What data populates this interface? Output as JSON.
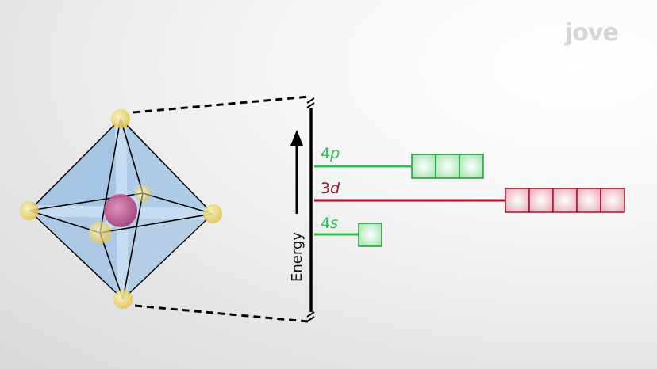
{
  "axis": {
    "label": "Energy"
  },
  "levels": [
    {
      "id": "4p",
      "number": "4",
      "letter": "p",
      "color": "#2fbf4a",
      "boxes": 3,
      "box_fill": "#c9f2d2",
      "box_stroke": "#1f9a38"
    },
    {
      "id": "3d",
      "number": "3",
      "letter": "d",
      "color": "#a3122a",
      "boxes": 5,
      "box_fill": "#f7cdd6",
      "box_stroke": "#a3122a"
    },
    {
      "id": "4s",
      "number": "4",
      "letter": "s",
      "color": "#2fbf4a",
      "boxes": 1,
      "box_fill": "#c9f2d2",
      "box_stroke": "#1f9a38"
    }
  ],
  "logo": {
    "text": "jove"
  },
  "colors": {
    "octahedron_fill": "#a9c8e6",
    "ligand": "#f0d060",
    "metal": "#c0508c",
    "bond": "#b9d4ee"
  }
}
